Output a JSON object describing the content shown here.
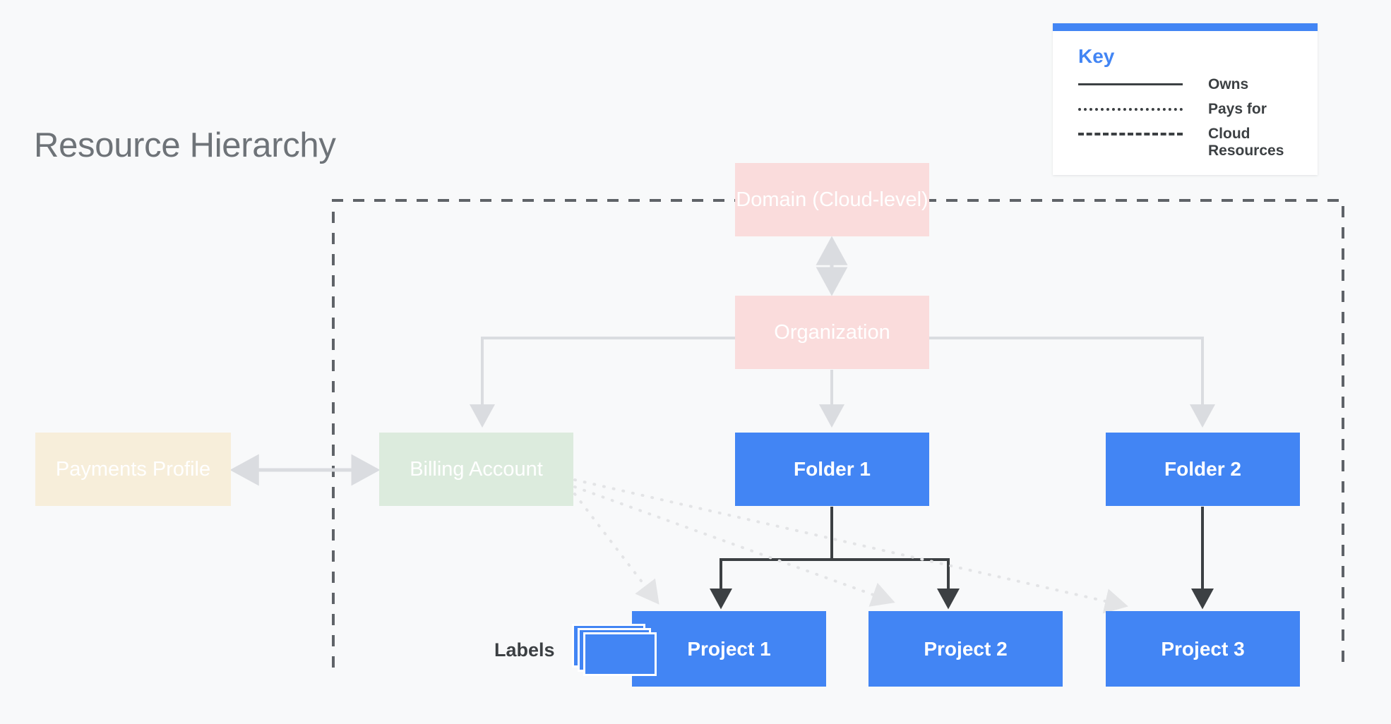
{
  "page": {
    "title": "Resource Hierarchy",
    "background_color": "#f8f9fa"
  },
  "key": {
    "title": "Key",
    "accent_color": "#4285f4",
    "entries": [
      {
        "style": "solid",
        "label": "Owns"
      },
      {
        "style": "dotted",
        "label": "Pays for"
      },
      {
        "style": "dashed",
        "label": "Cloud Resources"
      }
    ]
  },
  "nodes": {
    "domain": {
      "label": "Domain (Cloud-level)",
      "color": "#fadcdc"
    },
    "organization": {
      "label": "Organization",
      "color": "#fadcdc"
    },
    "payments": {
      "label": "Payments Profile",
      "color": "#f7eeda"
    },
    "billing": {
      "label": "Billing Account",
      "color": "#dcebdd"
    },
    "folder1": {
      "label": "Folder 1",
      "color": "#4285f4"
    },
    "folder2": {
      "label": "Folder 2",
      "color": "#4285f4"
    },
    "project1": {
      "label": "Project 1",
      "color": "#4285f4"
    },
    "project2": {
      "label": "Project 2",
      "color": "#4285f4"
    },
    "project3": {
      "label": "Project 3",
      "color": "#4285f4"
    }
  },
  "labels": {
    "text": "Labels",
    "icon": "stacked-cards-icon"
  },
  "edges": [
    {
      "from": "domain",
      "to": "organization",
      "type": "owns-bidirectional",
      "color": "#dadce0"
    },
    {
      "from": "organization",
      "to": "billing",
      "type": "owns",
      "color": "#dadce0"
    },
    {
      "from": "organization",
      "to": "folder1",
      "type": "owns",
      "color": "#dadce0"
    },
    {
      "from": "organization",
      "to": "folder2",
      "type": "owns",
      "color": "#dadce0"
    },
    {
      "from": "payments",
      "to": "billing",
      "type": "owns-bidirectional",
      "color": "#dadce0"
    },
    {
      "from": "folder1",
      "to": "project1",
      "type": "owns",
      "color": "#3c4043"
    },
    {
      "from": "folder1",
      "to": "project2",
      "type": "owns",
      "color": "#3c4043"
    },
    {
      "from": "folder2",
      "to": "project3",
      "type": "owns",
      "color": "#3c4043"
    },
    {
      "from": "billing",
      "to": "project1",
      "type": "pays-for",
      "color": "#e3e4e6"
    },
    {
      "from": "billing",
      "to": "project2",
      "type": "pays-for",
      "color": "#e3e4e6"
    },
    {
      "from": "billing",
      "to": "project3",
      "type": "pays-for",
      "color": "#e3e4e6"
    }
  ],
  "cloud_boundary": {
    "style": "dashed",
    "color": "#5f6368",
    "description": "Cloud Resources boundary"
  }
}
